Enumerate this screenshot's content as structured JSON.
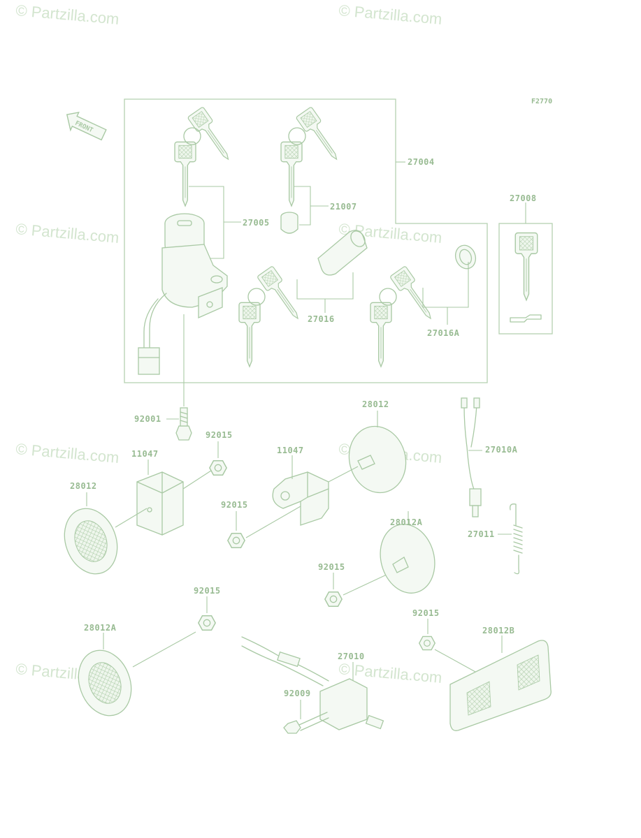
{
  "diagram": {
    "ref_code": "F2770",
    "front_label": "FRONT",
    "watermark": "© Partzilla.com",
    "part_labels": {
      "p27004": "27004",
      "p27005": "27005",
      "p21007": "21007",
      "p27016": "27016",
      "p27016A": "27016A",
      "p27008": "27008",
      "p92001": "92001",
      "p92015_a": "92015",
      "p11047_a": "11047",
      "p28012_a": "28012",
      "p11047_b": "11047",
      "p28012_b": "28012",
      "p27010A": "27010A",
      "p92015_b": "92015",
      "p28012A_a": "28012A",
      "p27011": "27011",
      "p92015_c": "92015",
      "p92015_d": "92015",
      "p28012A_b": "28012A",
      "p27010": "27010",
      "p92009": "92009",
      "p92015_e": "92015",
      "p28012B": "28012B"
    }
  }
}
